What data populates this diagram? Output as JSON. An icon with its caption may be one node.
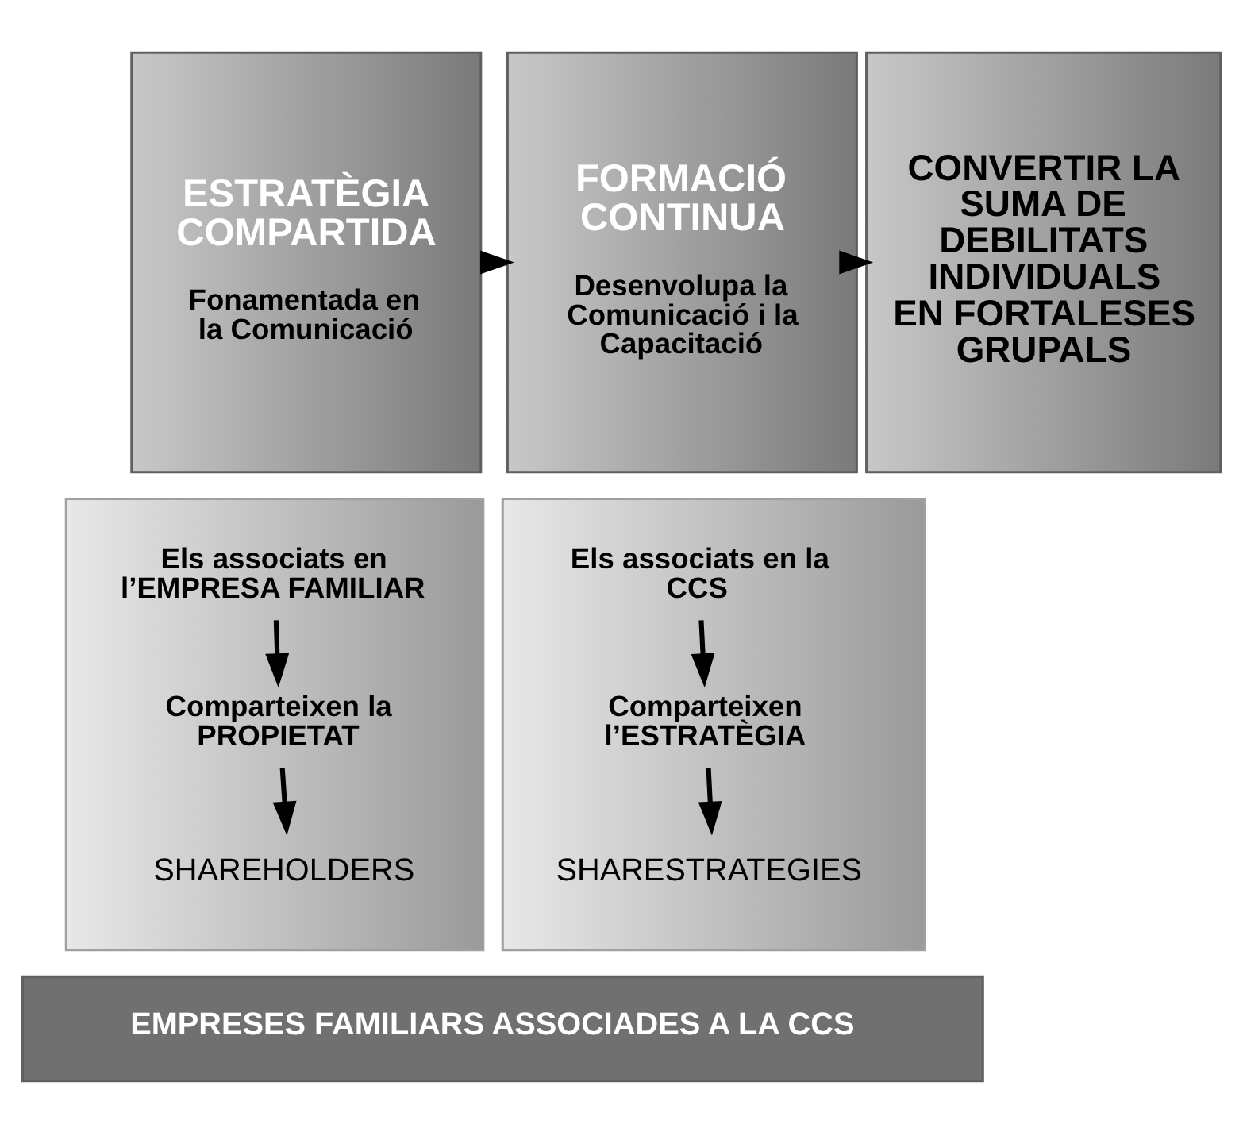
{
  "diagram": {
    "nodes": [
      {
        "text": [
          "ESTRATÈGIA COMPARTIDA",
          "Fonamentada en la Comunicació"
        ]
      },
      {
        "text": [
          "FORMACIÓ CONTINUA",
          "Desenvolupa la Comunicació i la Capacitació"
        ]
      },
      {
        "text": [
          "CONVERTIR LA SUMA DE DEBILITATS INDIVIDUALS EN FORTALESES GRUPALS"
        ]
      },
      {
        "text": [],
        "shape": "box"
      },
      {
        "text": [
          "Els associats en l’EMPRESA FAMILIAR"
        ],
        "in": 3
      },
      {
        "text": [
          "Comparteixen la PROPIETAT"
        ],
        "in": 3
      },
      {
        "text": [
          "SHAREHOLDERS"
        ],
        "in": 3
      },
      {
        "text": [],
        "shape": "box"
      },
      {
        "text": [
          "Els associats en la CCS"
        ],
        "in": 7
      },
      {
        "text": [
          "Comparteixen l’ESTRATÈGIA"
        ],
        "in": 7
      },
      {
        "text": [
          "SHARESTRATEGIES"
        ],
        "in": 7
      },
      {
        "text": [
          "EMPRESES FAMILIARS ASSOCIADES A LA CCS"
        ]
      }
    ],
    "edges": [
      {
        "from": 0,
        "to": 1,
        "arrow": "to"
      },
      {
        "from": 1,
        "to": 2,
        "arrow": "to"
      },
      {
        "from": 4,
        "to": 5,
        "arrow": "to"
      },
      {
        "from": 5,
        "to": 6,
        "arrow": "to"
      },
      {
        "from": 8,
        "to": 9,
        "arrow": "to"
      },
      {
        "from": 9,
        "to": 10,
        "arrow": "to"
      }
    ]
  }
}
